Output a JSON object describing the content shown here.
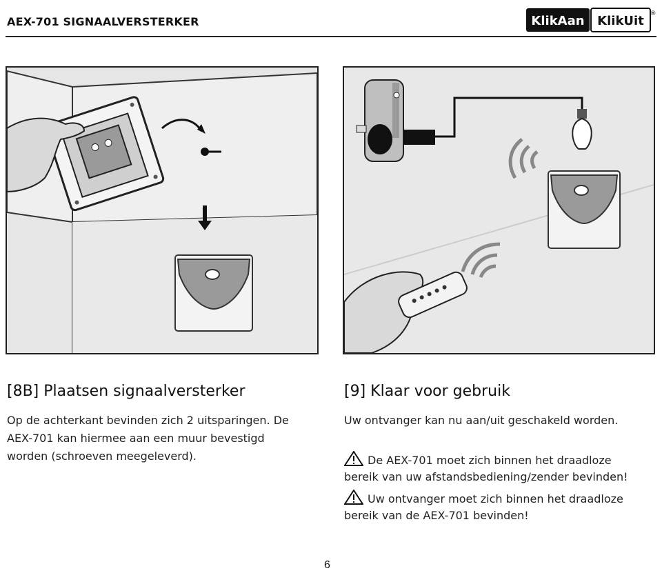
{
  "header": {
    "title": "AEX-701 SIGNAALVERSTERKER",
    "logo_left": "KlikAan",
    "logo_right": "KlikUit",
    "logo_mark": "®"
  },
  "sections": {
    "left": {
      "title": "[8B] Plaatsen signaalversterker",
      "lines": [
        "Op de achterkant bevinden zich 2 uitsparingen. De",
        "AEX-701 kan hiermee aan een muur bevestigd",
        "worden (schroeven meegeleverd)."
      ]
    },
    "right": {
      "title": "[9] Klaar voor gebruik",
      "intro": "Uw ontvanger kan nu aan/uit geschakeld worden.",
      "warnings": [
        {
          "line1": "De AEX-701 moet zich binnen het draadloze",
          "line2": "bereik van uw afstandsbediening/zender bevinden!"
        },
        {
          "line1": "Uw ontvanger moet zich binnen het draadloze",
          "line2": "bereik van de AEX-701 bevinden!"
        }
      ]
    }
  },
  "icons": {
    "warning": "warning-triangle-icon"
  },
  "colors": {
    "panel_bg": "#e8e8e8",
    "device_face": "#9a9a9a",
    "text": "#222222"
  },
  "page": {
    "number": "6"
  }
}
